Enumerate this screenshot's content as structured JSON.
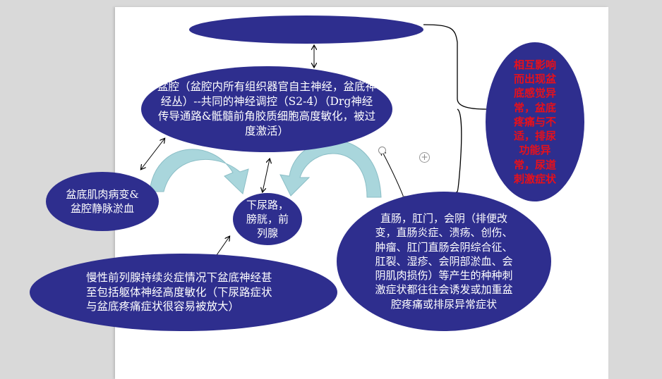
{
  "diagram": {
    "top_node": "",
    "pelvic_cavity": "盆腔（盆腔内所有组织器官自主神经，盆底神经丛）--共同的神经调控（S2-4）（Drg神经传导通路&骶髓前角胶质细胞高度敏化，被过度激活）",
    "pelvic_floor_muscle": "盆底肌肉病变&盆腔静脉淤血",
    "lower_urinary": "下尿路，膀胱，前列腺",
    "chronic_prostatitis": "慢性前列腺持续炎症情况下盆底神经甚至包括躯体神经高度敏化（下尿路症状与盆底疼痛症状很容易被放大）",
    "rectum_anus": "直肠，肛门，会阴（排便改变，直肠炎症、溃疡、创伤、肿瘤、肛门直肠会阴综合征、肛裂、湿疹、会阴部淤血、会阴肌肉损伤）等产生的种种刺激症状都往往会诱发或加重盆腔疼痛或排尿异常症状",
    "interaction_result": "相互影响而出现盆底感觉异常，盆底疼痛与不适，排尿功能异常，尿道刺激症状"
  },
  "colors": {
    "node_fill": "#2e2e8e",
    "node_text": "#ffffff",
    "highlight_text": "#e8101a",
    "curved_arrow": "#a9d6dc"
  },
  "icons": {
    "add": "plus-circle-icon"
  }
}
